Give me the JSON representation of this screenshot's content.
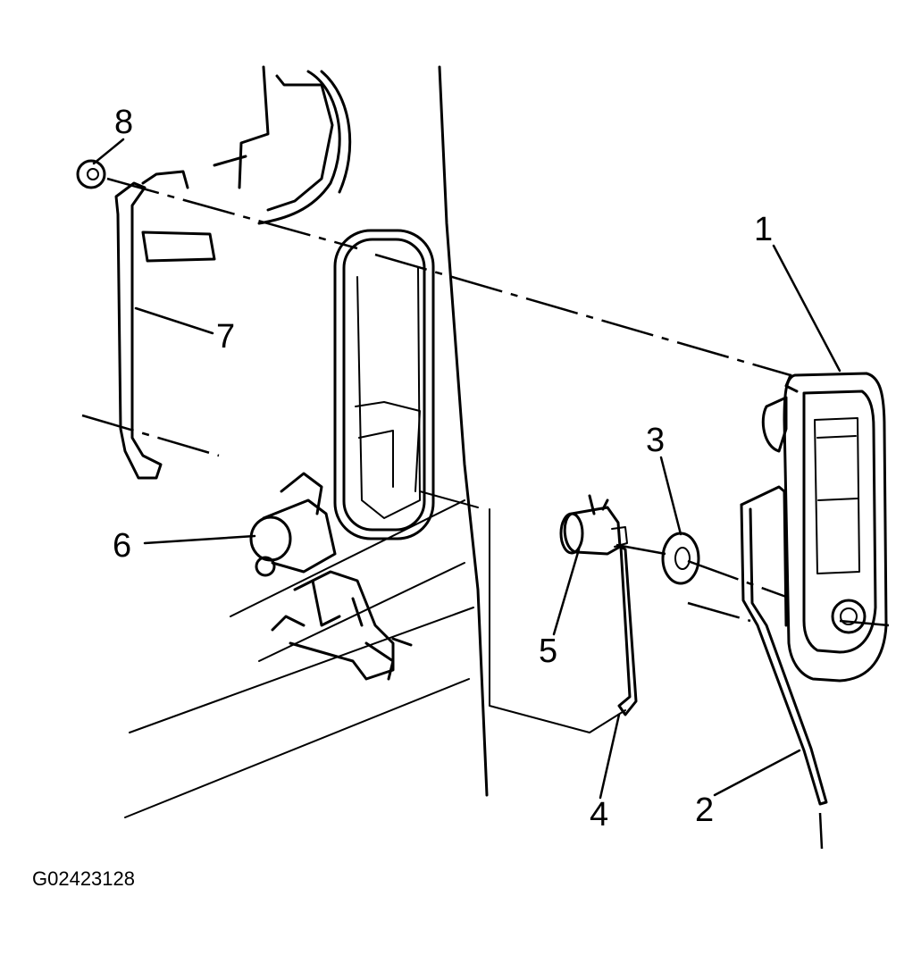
{
  "figure_id": "G02423128",
  "callouts": [
    {
      "key": "1",
      "label": "1"
    },
    {
      "key": "2",
      "label": "2"
    },
    {
      "key": "3",
      "label": "3"
    },
    {
      "key": "4",
      "label": "4"
    },
    {
      "key": "5",
      "label": "5"
    },
    {
      "key": "6",
      "label": "6"
    },
    {
      "key": "7",
      "label": "7"
    },
    {
      "key": "8",
      "label": "8"
    }
  ],
  "colors": {
    "line": "#000000",
    "background": "#ffffff"
  }
}
